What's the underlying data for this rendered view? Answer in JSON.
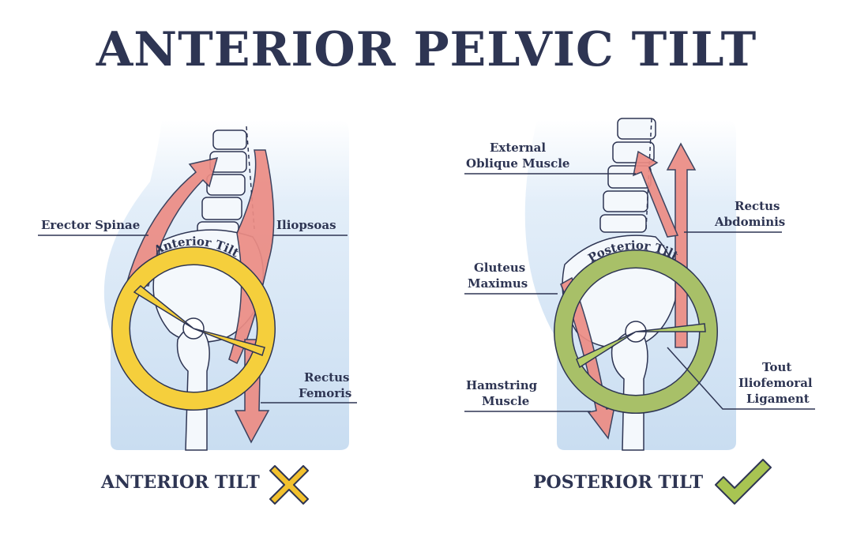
{
  "title": "ANTERIOR PELVIC TILT",
  "left_panel": {
    "ring_label": "Anterior Tilt",
    "caption": "ANTERIOR TILT",
    "verdict_icon": "cross-icon",
    "verdict_color": "#f2c12e",
    "labels": {
      "erector_spinae": "Erector Spinae",
      "iliopsoas": "Iliopsoas",
      "rectus_femoris_1": "Rectus",
      "rectus_femoris_2": "Femoris"
    }
  },
  "right_panel": {
    "ring_label": "Posterior Tilt",
    "caption": "POSTERIOR TILT",
    "verdict_icon": "checkmark-icon",
    "verdict_color": "#a8c452",
    "labels": {
      "external_oblique_1": "External",
      "external_oblique_2": "Oblique Muscle",
      "rectus_abdominis_1": "Rectus",
      "rectus_abdominis_2": "Abdominis",
      "gluteus_1": "Gluteus",
      "gluteus_2": "Maximus",
      "hamstring_1": "Hamstring",
      "hamstring_2": "Muscle",
      "ligament_1": "Tout",
      "ligament_2": "Iliofemoral",
      "ligament_3": "Ligament"
    }
  },
  "colors": {
    "ink": "#2e3553",
    "body": "#dde9f6",
    "muscle": "#ec8c84",
    "bone": "#f4f8fc",
    "ring_yellow": "#f5cf3c",
    "ring_green": "#b6cf6a"
  }
}
